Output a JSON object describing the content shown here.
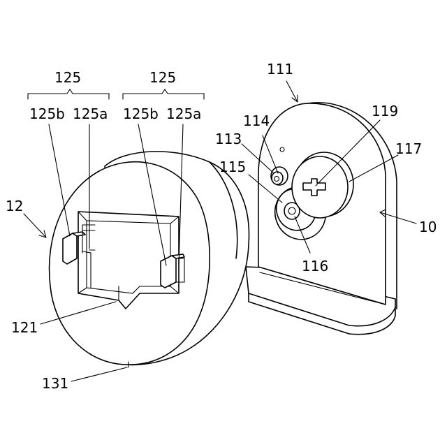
{
  "figure": {
    "labels": {
      "l10": "10",
      "l12": "12",
      "l111": "111",
      "l113": "113",
      "l114": "114",
      "l115": "115",
      "l116": "116",
      "l117": "117",
      "l119": "119",
      "l121": "121",
      "l125_left": "125",
      "l125_right": "125",
      "l125a_left": "125a",
      "l125b_left": "125b",
      "l125a_right": "125a",
      "l125b_right": "125b",
      "l131": "131"
    },
    "colors": {
      "line": "#000000",
      "background": "#ffffff"
    }
  }
}
